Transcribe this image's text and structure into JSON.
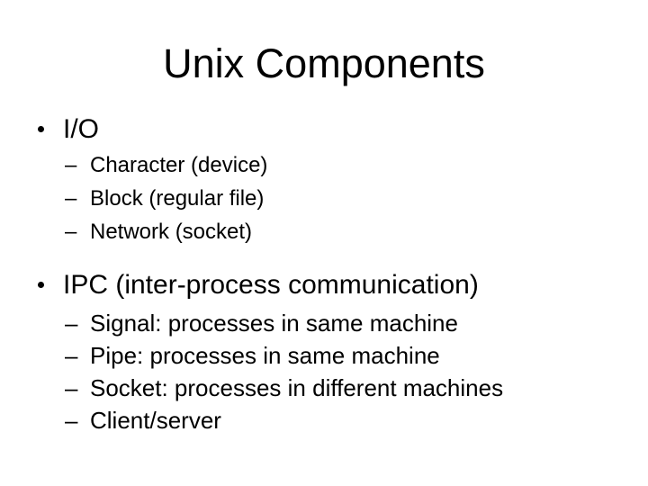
{
  "slide": {
    "title": "Unix Components",
    "background_color": "#ffffff",
    "text_color": "#000000",
    "bullet_glyph": "•",
    "dash_glyph": "–",
    "groups": [
      {
        "id": "io",
        "heading": "I/O",
        "items": [
          "Character (device)",
          "Block (regular file)",
          "Network (socket)"
        ]
      },
      {
        "id": "ipc",
        "heading": "IPC (inter-process communication)",
        "items": [
          "Signal: processes in same machine",
          "Pipe: processes in same machine",
          "Socket: processes in different machines",
          "Client/server"
        ]
      }
    ]
  }
}
